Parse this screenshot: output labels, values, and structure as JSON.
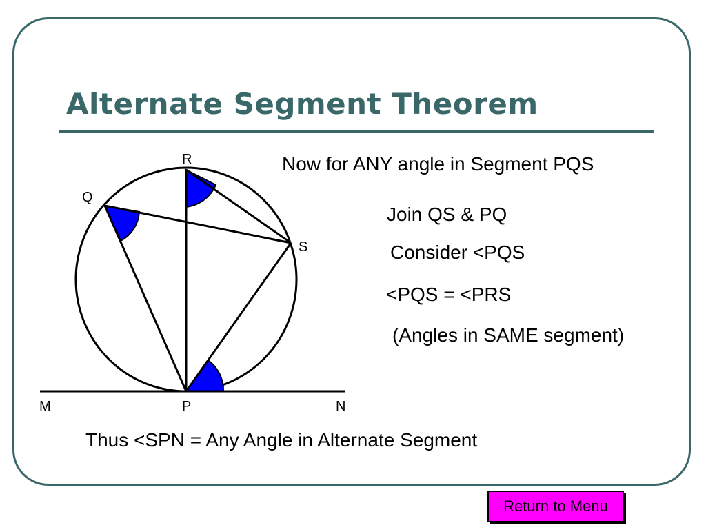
{
  "slide": {
    "title": "Alternate Segment Theorem",
    "intro": "Now for ANY angle in Segment PQS",
    "step_join": "Join QS & PQ",
    "step_consider": "Consider <PQS",
    "step_equation": "<PQS = <PRS",
    "step_reason": "(Angles in SAME segment)",
    "conclusion": "Thus <SPN = Any Angle in Alternate Segment",
    "return_button": "Return to Menu"
  },
  "diagram": {
    "points": {
      "R": "R",
      "Q": "Q",
      "S": "S",
      "M": "M",
      "P": "P",
      "N": "N"
    },
    "colors": {
      "angle_fill": "#0000ff",
      "line": "#000000",
      "frame": "#3a6869",
      "button": "#ff00ff"
    }
  }
}
